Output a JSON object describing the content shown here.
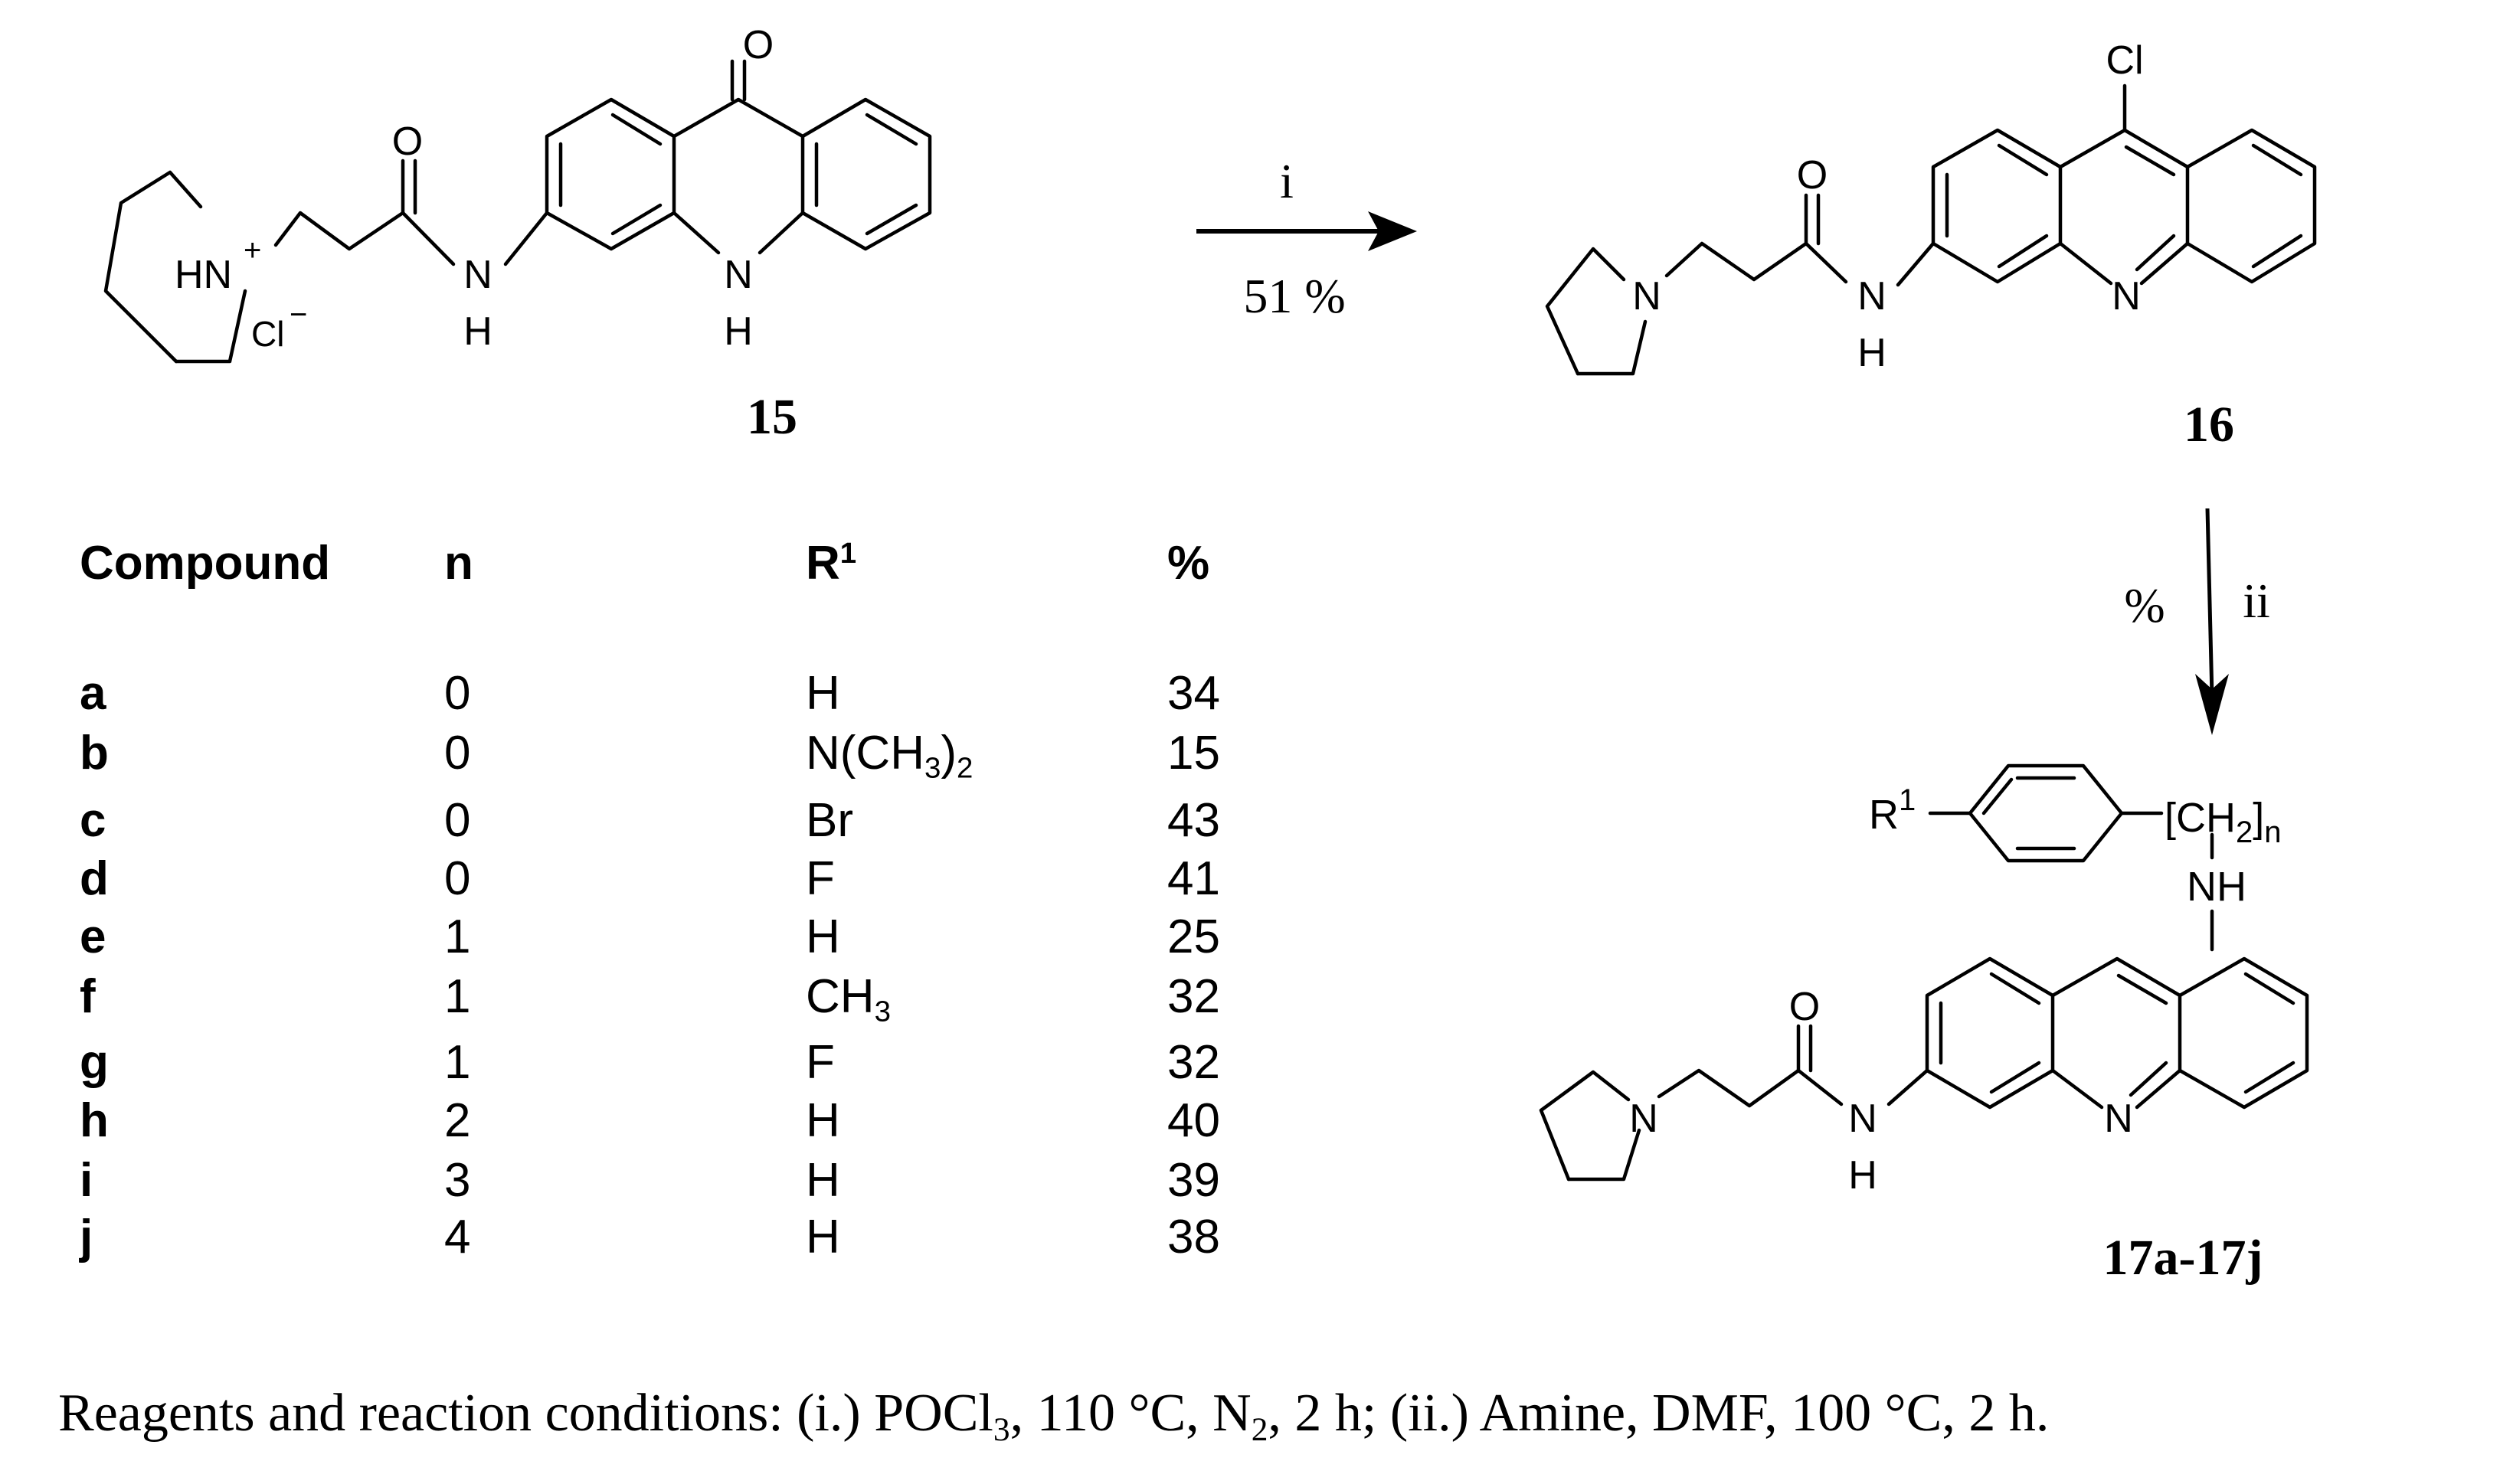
{
  "scheme": {
    "compound_15": {
      "label": "15",
      "atoms": {
        "carbonyl_O_top": "O",
        "amide_O": "O",
        "amide_N": "N",
        "amide_H": "H",
        "ring_N": "N",
        "ring_H": "H",
        "pyrrolidinium": "HN",
        "charge_plus": "+",
        "counterion": "Cl",
        "charge_minus": "−"
      }
    },
    "compound_16": {
      "label": "16",
      "atoms": {
        "chloro": "Cl",
        "amide_O": "O",
        "amide_N": "N",
        "amide_H": "H",
        "ring_N": "N",
        "pyrrolidine_N": "N"
      }
    },
    "compound_17": {
      "label": "17a-17j",
      "atoms": {
        "r_group": "R",
        "r_sup": "1",
        "linker_open": "[CH",
        "linker_sub": "2",
        "linker_close": "]",
        "linker_n": "n",
        "amine": "NH",
        "amide_O": "O",
        "amide_N": "N",
        "amide_H": "H",
        "ring_N": "N",
        "pyrrolidine_N": "N"
      }
    },
    "step_i": {
      "label": "i",
      "yield": "51 %"
    },
    "step_ii": {
      "label": "ii",
      "yield": "%"
    }
  },
  "table": {
    "headers": {
      "compound": "Compound",
      "n": "n",
      "r1_base": "R",
      "r1_sup": "1",
      "yield": "%"
    },
    "rows": [
      {
        "compound": "a",
        "n": "0",
        "r1": "H",
        "r1_sub": "",
        "r1_tail": "",
        "r1_sub2": "",
        "yield": "34"
      },
      {
        "compound": "b",
        "n": "0",
        "r1": "N(CH",
        "r1_sub": "3",
        "r1_tail": ")",
        "r1_sub2": "2",
        "yield": "15"
      },
      {
        "compound": "c",
        "n": "0",
        "r1": "Br",
        "r1_sub": "",
        "r1_tail": "",
        "r1_sub2": "",
        "yield": "43"
      },
      {
        "compound": "d",
        "n": "0",
        "r1": "F",
        "r1_sub": "",
        "r1_tail": "",
        "r1_sub2": "",
        "yield": "41"
      },
      {
        "compound": "e",
        "n": "1",
        "r1": "H",
        "r1_sub": "",
        "r1_tail": "",
        "r1_sub2": "",
        "yield": "25"
      },
      {
        "compound": "f",
        "n": "1",
        "r1": "CH",
        "r1_sub": "3",
        "r1_tail": "",
        "r1_sub2": "",
        "yield": "32"
      },
      {
        "compound": "g",
        "n": "1",
        "r1": "F",
        "r1_sub": "",
        "r1_tail": "",
        "r1_sub2": "",
        "yield": "32"
      },
      {
        "compound": "h",
        "n": "2",
        "r1": "H",
        "r1_sub": "",
        "r1_tail": "",
        "r1_sub2": "",
        "yield": "40"
      },
      {
        "compound": "i",
        "n": "3",
        "r1": "H",
        "r1_sub": "",
        "r1_tail": "",
        "r1_sub2": "",
        "yield": "39"
      },
      {
        "compound": "j",
        "n": "4",
        "r1": "H",
        "r1_sub": "",
        "r1_tail": "",
        "r1_sub2": "",
        "yield": "38"
      }
    ]
  },
  "caption": {
    "p1": "Reagents and reaction conditions: (i.) POCl",
    "s1": "3",
    "p2": ", 110 °C, N",
    "s2": "2",
    "p3": ", 2 h; (ii.) Amine, DMF, 100 °C, 2 h."
  }
}
